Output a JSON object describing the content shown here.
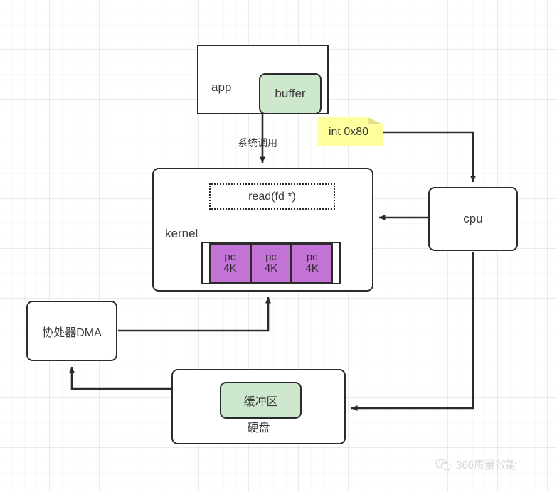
{
  "diagram": {
    "title": "Linux read syscall / DMA data flow diagram",
    "nodes": {
      "app": {
        "label": "app",
        "buffer_label": "buffer"
      },
      "sticky": {
        "label": "int 0x80"
      },
      "kernel": {
        "label": "kernel",
        "read_label": "read(fd *)",
        "pages": [
          {
            "line1": "pc",
            "line2": "4K"
          },
          {
            "line1": "pc",
            "line2": "4K"
          },
          {
            "line1": "pc",
            "line2": "4K"
          }
        ]
      },
      "cpu": {
        "label": "cpu"
      },
      "dma": {
        "label": "协处器DMA"
      },
      "disk": {
        "label": "硬盘",
        "buffer_label": "缓冲区"
      }
    },
    "edges": [
      {
        "name": "app-to-kernel",
        "label": "系统调用"
      },
      {
        "name": "sticky-to-cpu",
        "label": ""
      },
      {
        "name": "cpu-to-kernel",
        "label": ""
      },
      {
        "name": "cpu-to-disk",
        "label": ""
      },
      {
        "name": "disk-buffer-to-dma",
        "label": ""
      },
      {
        "name": "dma-to-kernel",
        "label": ""
      }
    ],
    "colors": {
      "stroke": "#2b2b2b",
      "buffer_green": "#cde8cd",
      "page_purple": "#c373d6",
      "sticky_yellow": "#ffff9e",
      "grid": "#ebebeb",
      "watermark": "#d8d8d8"
    }
  },
  "watermark": {
    "text": "360质量效能"
  }
}
